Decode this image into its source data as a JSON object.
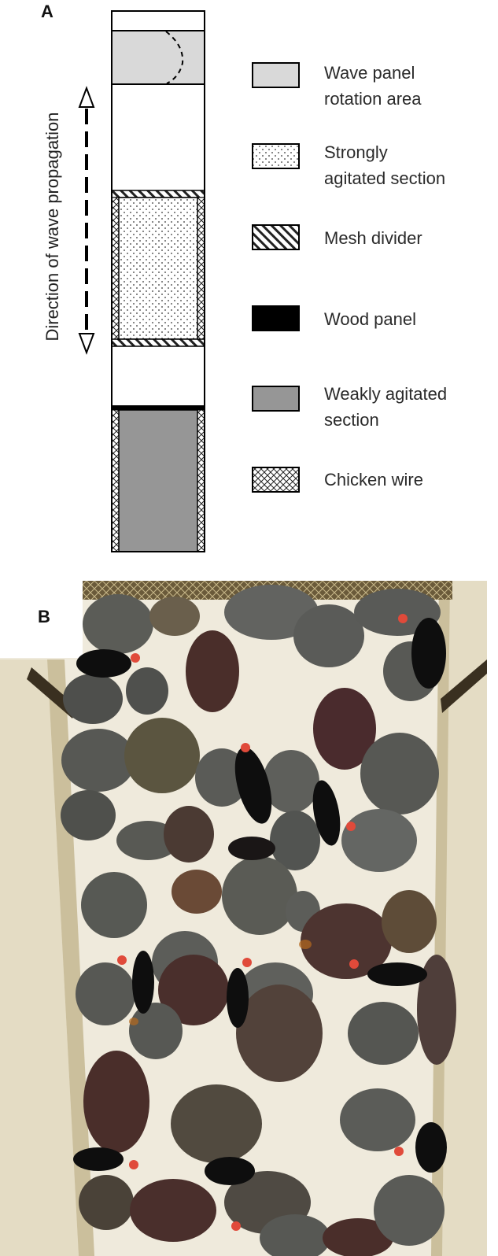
{
  "panel_a_label": "A",
  "panel_b_label": "B",
  "axis_label": "Direction of wave propagation",
  "legend": [
    {
      "key": "wave-panel-rotation-area",
      "text": "Wave panel\nrotation area",
      "pattern": "light-gray"
    },
    {
      "key": "strongly-agitated-section",
      "text": "Strongly\nagitated section",
      "pattern": "dots"
    },
    {
      "key": "mesh-divider",
      "text": "Mesh divider",
      "pattern": "diagonal-hatch"
    },
    {
      "key": "wood-panel",
      "text": "Wood panel",
      "pattern": "black"
    },
    {
      "key": "weakly-agitated-section",
      "text": "Weakly agitated\nsection",
      "pattern": "dark-gray"
    },
    {
      "key": "chicken-wire",
      "text": "Chicken wire",
      "pattern": "crosshatch"
    }
  ],
  "colors": {
    "light_gray": "#d9d9d9",
    "dark_gray": "#969696",
    "black": "#000000",
    "sand": "#efeadc",
    "wood": "#e4dcc4"
  }
}
